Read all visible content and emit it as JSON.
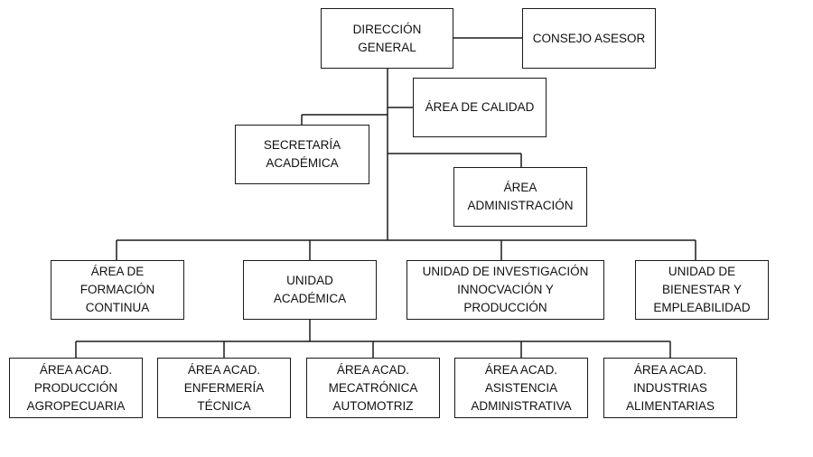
{
  "org_chart": {
    "direccion_general": [
      "DIRECCIÓN",
      "GENERAL"
    ],
    "consejo_asesor": [
      "CONSEJO ASESOR"
    ],
    "area_calidad": [
      "ÁREA DE CALIDAD"
    ],
    "secretaria_academica": [
      "SECRETARÍA",
      "ACADÉMICA"
    ],
    "area_administracion": [
      "ÁREA",
      "ADMINISTRACIÓN"
    ],
    "area_formacion_continua": [
      "ÁREA DE",
      "FORMACIÓN",
      "CONTINUA"
    ],
    "unidad_academica": [
      "UNIDAD",
      "ACADÉMICA"
    ],
    "unidad_investigacion": [
      "UNIDAD DE INVESTIGACIÓN",
      "INNOCVACIÓN Y",
      "PRODUCCIÓN"
    ],
    "unidad_bienestar": [
      "UNIDAD DE",
      "BIENESTAR Y",
      "EMPLEABILIDAD"
    ],
    "acad_produccion": [
      "ÁREA ACAD.",
      "PRODUCCIÓN",
      "AGROPECUARIA"
    ],
    "acad_enfermeria": [
      "ÁREA ACAD.",
      "ENFERMERÍA",
      "TÉCNICA"
    ],
    "acad_mecatronica": [
      "ÁREA ACAD.",
      "MECATRÓNICA",
      "AUTOMOTRIZ"
    ],
    "acad_asistencia": [
      "ÁREA ACAD.",
      "ASISTENCIA",
      "ADMINISTRATIVA"
    ],
    "acad_industrias": [
      "ÁREA ACAD.",
      "INDUSTRIAS",
      "ALIMENTARIAS"
    ]
  }
}
